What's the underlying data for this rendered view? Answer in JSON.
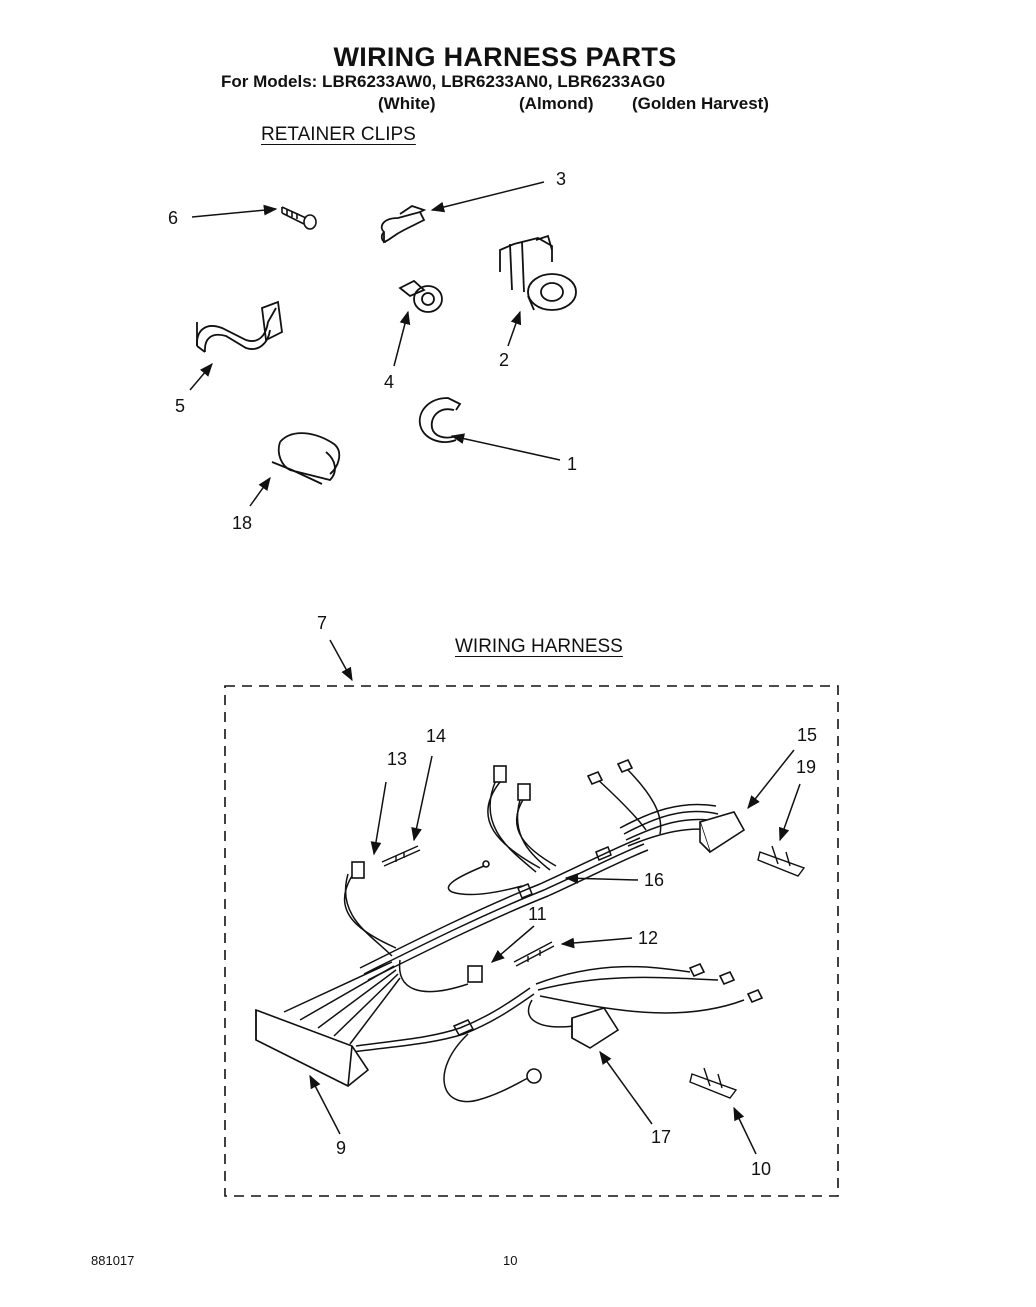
{
  "header": {
    "title": "WIRING HARNESS PARTS",
    "models_line": "For Models:  LBR6233AW0,  LBR6233AN0,  LBR6233AG0",
    "color_white": "(White)",
    "color_almond": "(Almond)",
    "color_golden": "(Golden Harvest)"
  },
  "sections": {
    "retainer_clips": "RETAINER CLIPS",
    "wiring_harness": "WIRING HARNESS"
  },
  "callouts": {
    "c1": "1",
    "c2": "2",
    "c3": "3",
    "c4": "4",
    "c5": "5",
    "c6": "6",
    "c7": "7",
    "c9": "9",
    "c10": "10",
    "c11": "11",
    "c12": "12",
    "c13": "13",
    "c14": "14",
    "c15": "15",
    "c16": "16",
    "c17": "17",
    "c18": "18",
    "c19": "19"
  },
  "footer": {
    "doc_number": "881017",
    "page_number": "10"
  }
}
